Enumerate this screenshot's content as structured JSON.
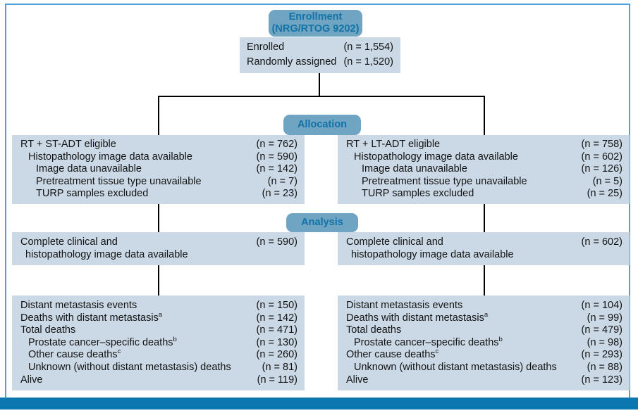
{
  "colors": {
    "box_fill": "#cbd9e6",
    "header_fill": "#6fa4c2",
    "header_text": "#1173a6",
    "frame_border": "#4fa3d8",
    "bottom_bar": "#0b77ae",
    "connector_line": "#000000"
  },
  "enrollment": {
    "header_line1": "Enrollment",
    "header_line2": "(NRG/RTOG 9202)",
    "rows": [
      {
        "label": "Enrolled",
        "value": "(n = 1,554)"
      },
      {
        "label": "Randomly assigned",
        "value": "(n = 1,520)"
      }
    ]
  },
  "allocation": {
    "header": "Allocation",
    "left": {
      "rows": [
        {
          "label": "RT + ST-ADT eligible",
          "value": "(n = 762)"
        },
        {
          "label": "Histopathology image data available",
          "value": "(n = 590)"
        },
        {
          "label": "Image data unavailable",
          "value": "(n = 142)"
        },
        {
          "label": "Pretreatment tissue type unavailable",
          "value": "(n = 7)"
        },
        {
          "label": "TURP samples excluded",
          "value": "(n = 23)"
        }
      ]
    },
    "right": {
      "rows": [
        {
          "label": "RT + LT-ADT eligible",
          "value": "(n = 758)"
        },
        {
          "label": "Histopathology image data available",
          "value": "(n = 602)"
        },
        {
          "label": "Image data unavailable",
          "value": "(n = 126)"
        },
        {
          "label": "Pretreatment tissue type unavailable",
          "value": "(n = 5)"
        },
        {
          "label": "TURP samples excluded",
          "value": "(n = 25)"
        }
      ]
    }
  },
  "analysis": {
    "header": "Analysis",
    "left": {
      "line1": "Complete clinical and",
      "line2": "histopathology image data available",
      "value": "(n = 590)"
    },
    "right": {
      "line1": "Complete clinical and",
      "line2": "histopathology image data available",
      "value": "(n = 602)"
    }
  },
  "outcomes": {
    "left": {
      "rows": [
        {
          "label": "Distant metastasis events",
          "value": "(n = 150)"
        },
        {
          "label": "Deaths with distant metastasis",
          "sup": "a",
          "value": "(n = 142)"
        },
        {
          "label": "Total deaths",
          "value": "(n = 471)"
        },
        {
          "label": "Prostate cancer–specific deaths",
          "sup": "b",
          "value": "(n = 130)"
        },
        {
          "label": "Other cause deaths",
          "sup": "c",
          "value": "(n = 260)"
        },
        {
          "label": "Unknown (without distant metastasis) deaths",
          "value": "(n = 81)"
        },
        {
          "label": "Alive",
          "value": "(n = 119)"
        }
      ]
    },
    "right": {
      "rows": [
        {
          "label": "Distant metastasis events",
          "value": "(n = 104)"
        },
        {
          "label": "Deaths with distant metastasis",
          "sup": "a",
          "value": "(n = 99)"
        },
        {
          "label": "Total deaths",
          "value": "(n = 479)"
        },
        {
          "label": "Prostate cancer–specific deaths",
          "sup": "b",
          "value": "(n = 98)"
        },
        {
          "label": "Other cause deaths",
          "sup": "c",
          "value": "(n = 293)"
        },
        {
          "label": "Unknown (without distant metastasis) deaths",
          "value": "(n = 88)"
        },
        {
          "label": "Alive",
          "value": "(n = 123)"
        }
      ]
    }
  }
}
